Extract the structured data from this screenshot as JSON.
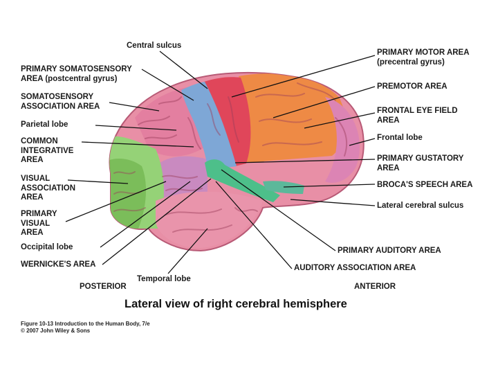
{
  "labels": {
    "central_sulcus": "Central sulcus",
    "primary_somatosensory_l1": "PRIMARY SOMATOSENSORY",
    "primary_somatosensory_l2": "AREA (postcentral gyrus)",
    "somatosensory_assoc_l1": "SOMATOSENSORY",
    "somatosensory_assoc_l2": "ASSOCIATION AREA",
    "parietal_lobe": "Parietal lobe",
    "common_integrative_l1": "COMMON",
    "common_integrative_l2": "INTEGRATIVE",
    "common_integrative_l3": "AREA",
    "visual_assoc_l1": "VISUAL",
    "visual_assoc_l2": "ASSOCIATION",
    "visual_assoc_l3": "AREA",
    "primary_visual_l1": "PRIMARY",
    "primary_visual_l2": "VISUAL",
    "primary_visual_l3": "AREA",
    "occipital_lobe": "Occipital lobe",
    "wernickes_area": "WERNICKE'S AREA",
    "temporal_lobe": "Temporal lobe",
    "posterior": "POSTERIOR",
    "anterior": "ANTERIOR",
    "primary_motor_l1": "PRIMARY MOTOR AREA",
    "primary_motor_l2": "(precentral gyrus)",
    "premotor_area": "PREMOTOR AREA",
    "frontal_eye_l1": "FRONTAL EYE FIELD",
    "frontal_eye_l2": "AREA",
    "frontal_lobe": "Frontal lobe",
    "primary_gustatory_l1": "PRIMARY GUSTATORY",
    "primary_gustatory_l2": "AREA",
    "brocas_area": "BROCA'S SPEECH AREA",
    "lateral_sulcus": "Lateral cerebral sulcus",
    "primary_auditory": "PRIMARY AUDITORY AREA",
    "auditory_assoc": "AUDITORY ASSOCIATION AREA"
  },
  "caption": "Lateral view of right cerebral hemisphere",
  "figure_credit_l1": "Figure 10-13  Introduction to the Human Body, 7/e",
  "figure_credit_l2": "© 2007 John Wiley & Sons",
  "colors": {
    "brain_pink": "#e88fa6",
    "motor_red": "#e0465a",
    "somatosensory_blue": "#7ea7d6",
    "premotor_orange": "#ee8a45",
    "visual_green": "#86c766",
    "auditory_green": "#4dbf8a",
    "broca_teal": "#5cb89a",
    "assoc_purple": "#c98ac0",
    "leader_line": "#111111"
  }
}
